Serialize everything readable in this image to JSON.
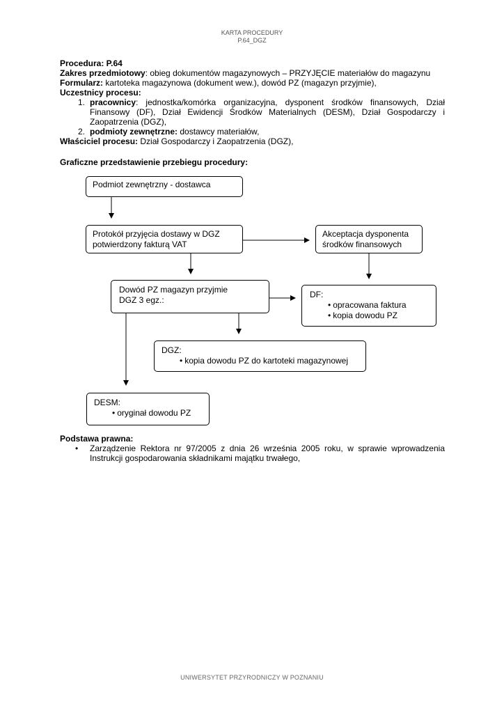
{
  "header": {
    "line1": "KARTA PROCEDURY",
    "line2": "P.64_DGZ"
  },
  "procedure": {
    "label": "Procedura: P.64",
    "zakres_label": "Zakres przedmiotowy",
    "zakres_value": ": obieg dokumentów magazynowych – PRZYJĘCIE materiałów do magazynu",
    "formularz_label": "Formularz:",
    "formularz_value": " kartoteka magazynowa (dokument  wew.), dowód PZ (magazyn przyjmie),",
    "uczestnicy_label": "Uczestnicy procesu:",
    "item1_num": "1.",
    "item1_label": "pracownicy",
    "item1_line1": ": jednostka/komórka organizacyjna, dysponent środków finansowych, Dział",
    "item1_line2": "Finansowy (DF), Dział Ewidencji Środków Materialnych (DESM), Dział Gospodarczy i",
    "item1_line3": "Zaopatrzenia (DGZ),",
    "item2_num": "2.",
    "item2_label": "podmioty zewnętrzne:",
    "item2_value": " dostawcy materiałów,",
    "wlasciciel_label": "Właściciel procesu:",
    "wlasciciel_value": " Dział Gospodarczy i Zaopatrzenia (DGZ),"
  },
  "diagram_heading": "Graficzne przedstawienie przebiegu procedury:",
  "diagram": {
    "box1": "Podmiot zewnętrzny - dostawca",
    "box2_line1": "Protokół przyjęcia dostawy w DGZ",
    "box2_line2": "potwierdzony fakturą VAT",
    "box3_line1": "Akceptacja  dysponenta",
    "box3_line2": "środków finansowych",
    "box4_line1": "Dowód PZ magazyn przyjmie",
    "box4_line2": "DGZ 3 egz.:",
    "box5_title": "DF:",
    "box5_bullets": [
      "opracowana faktura",
      "kopia dowodu PZ"
    ],
    "box6_title": "DGZ:",
    "box6_bullets": [
      "kopia dowodu PZ do kartoteki magazynowej"
    ],
    "box7_title": "DESM:",
    "box7_bullets": [
      "oryginał dowodu PZ"
    ]
  },
  "legal": {
    "heading": "Podstawa prawna:",
    "item_line1": "Zarządzenie Rektora nr 97/2005 z dnia 26 września 2005 roku, w sprawie wprowadzenia",
    "item_line2": "Instrukcji gospodarowania składnikami majątku trwałego,"
  },
  "footer": "UNIWERSYTET PRZYRODNICZY W POZNANIU"
}
